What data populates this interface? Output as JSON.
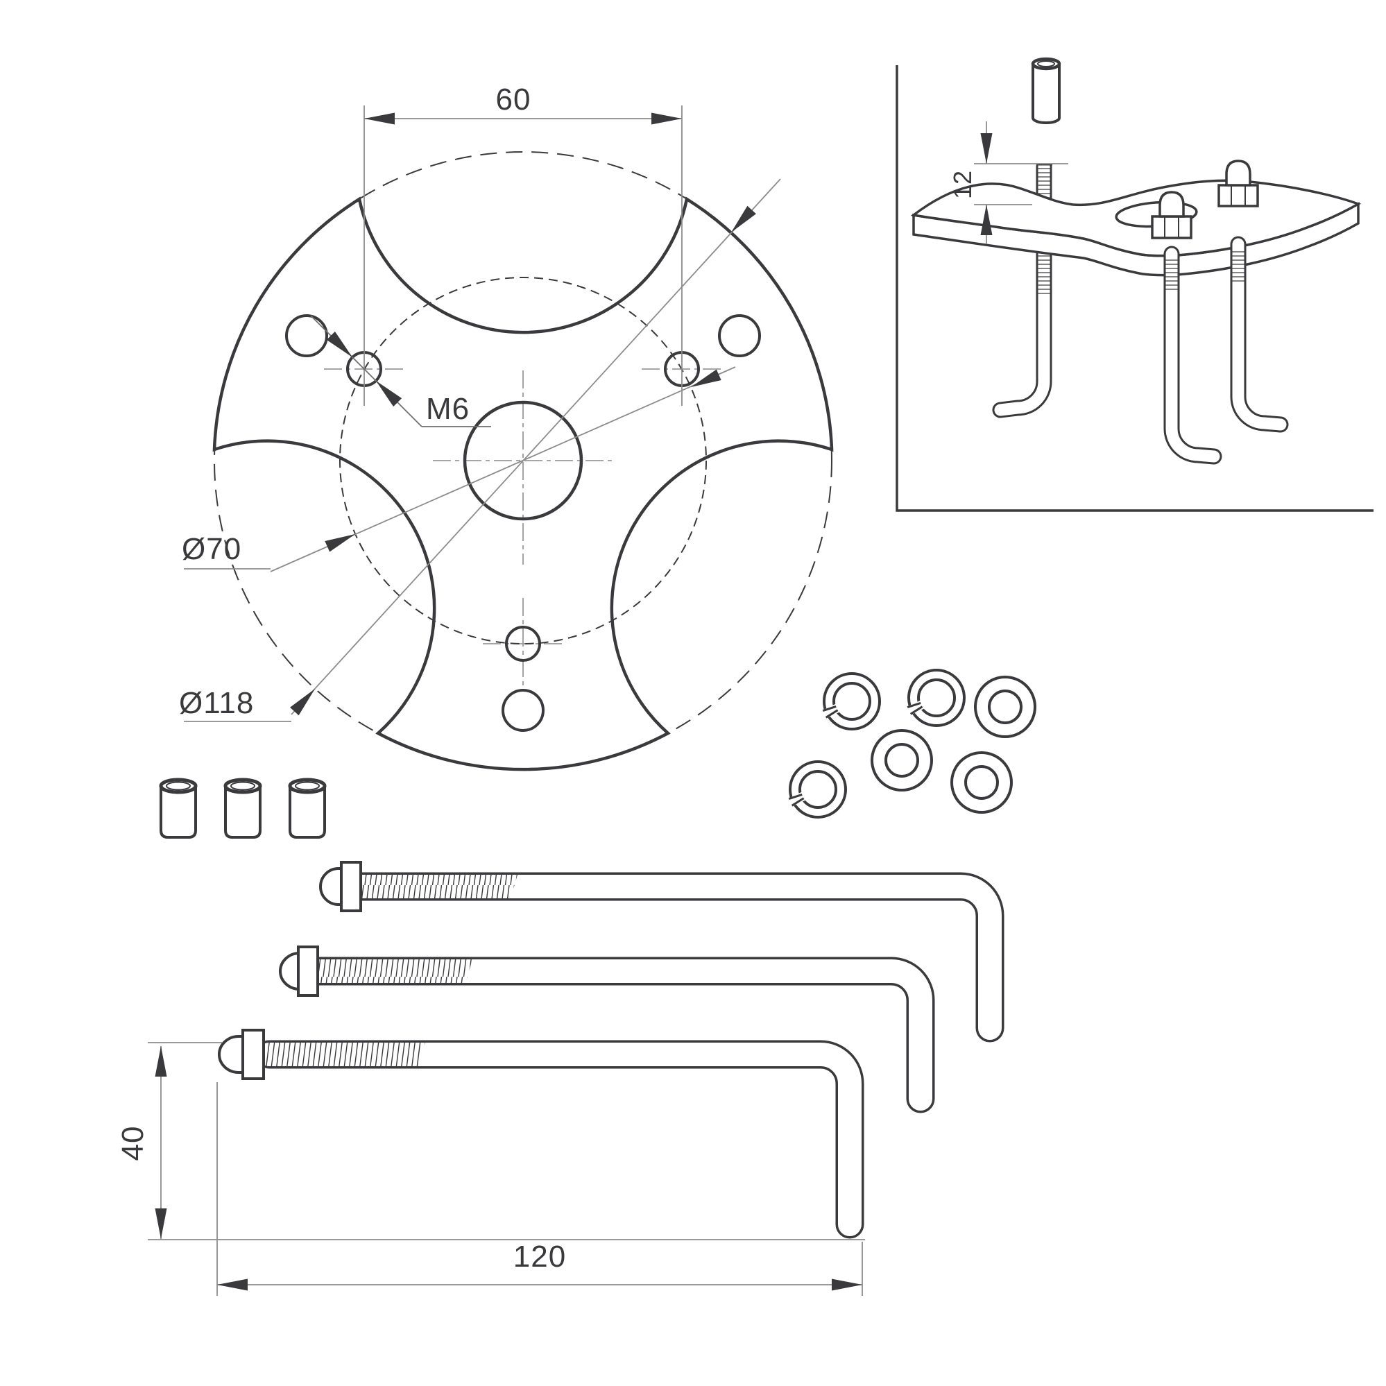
{
  "drawing": {
    "title": "flange-mount-kit-dimension-drawing",
    "labels": {
      "hole_spacing": "60",
      "thread_spec": "M6",
      "bolt_circle_dia": "Ø70",
      "outer_dia": "Ø118",
      "stud_protrusion": "12",
      "bolt_bend_height": "40",
      "bolt_length": "120"
    },
    "colors": {
      "line": "#3a3a3c",
      "thin": "#8c8c8c",
      "centerline": "#9a9a9a",
      "background": "#ffffff"
    }
  }
}
